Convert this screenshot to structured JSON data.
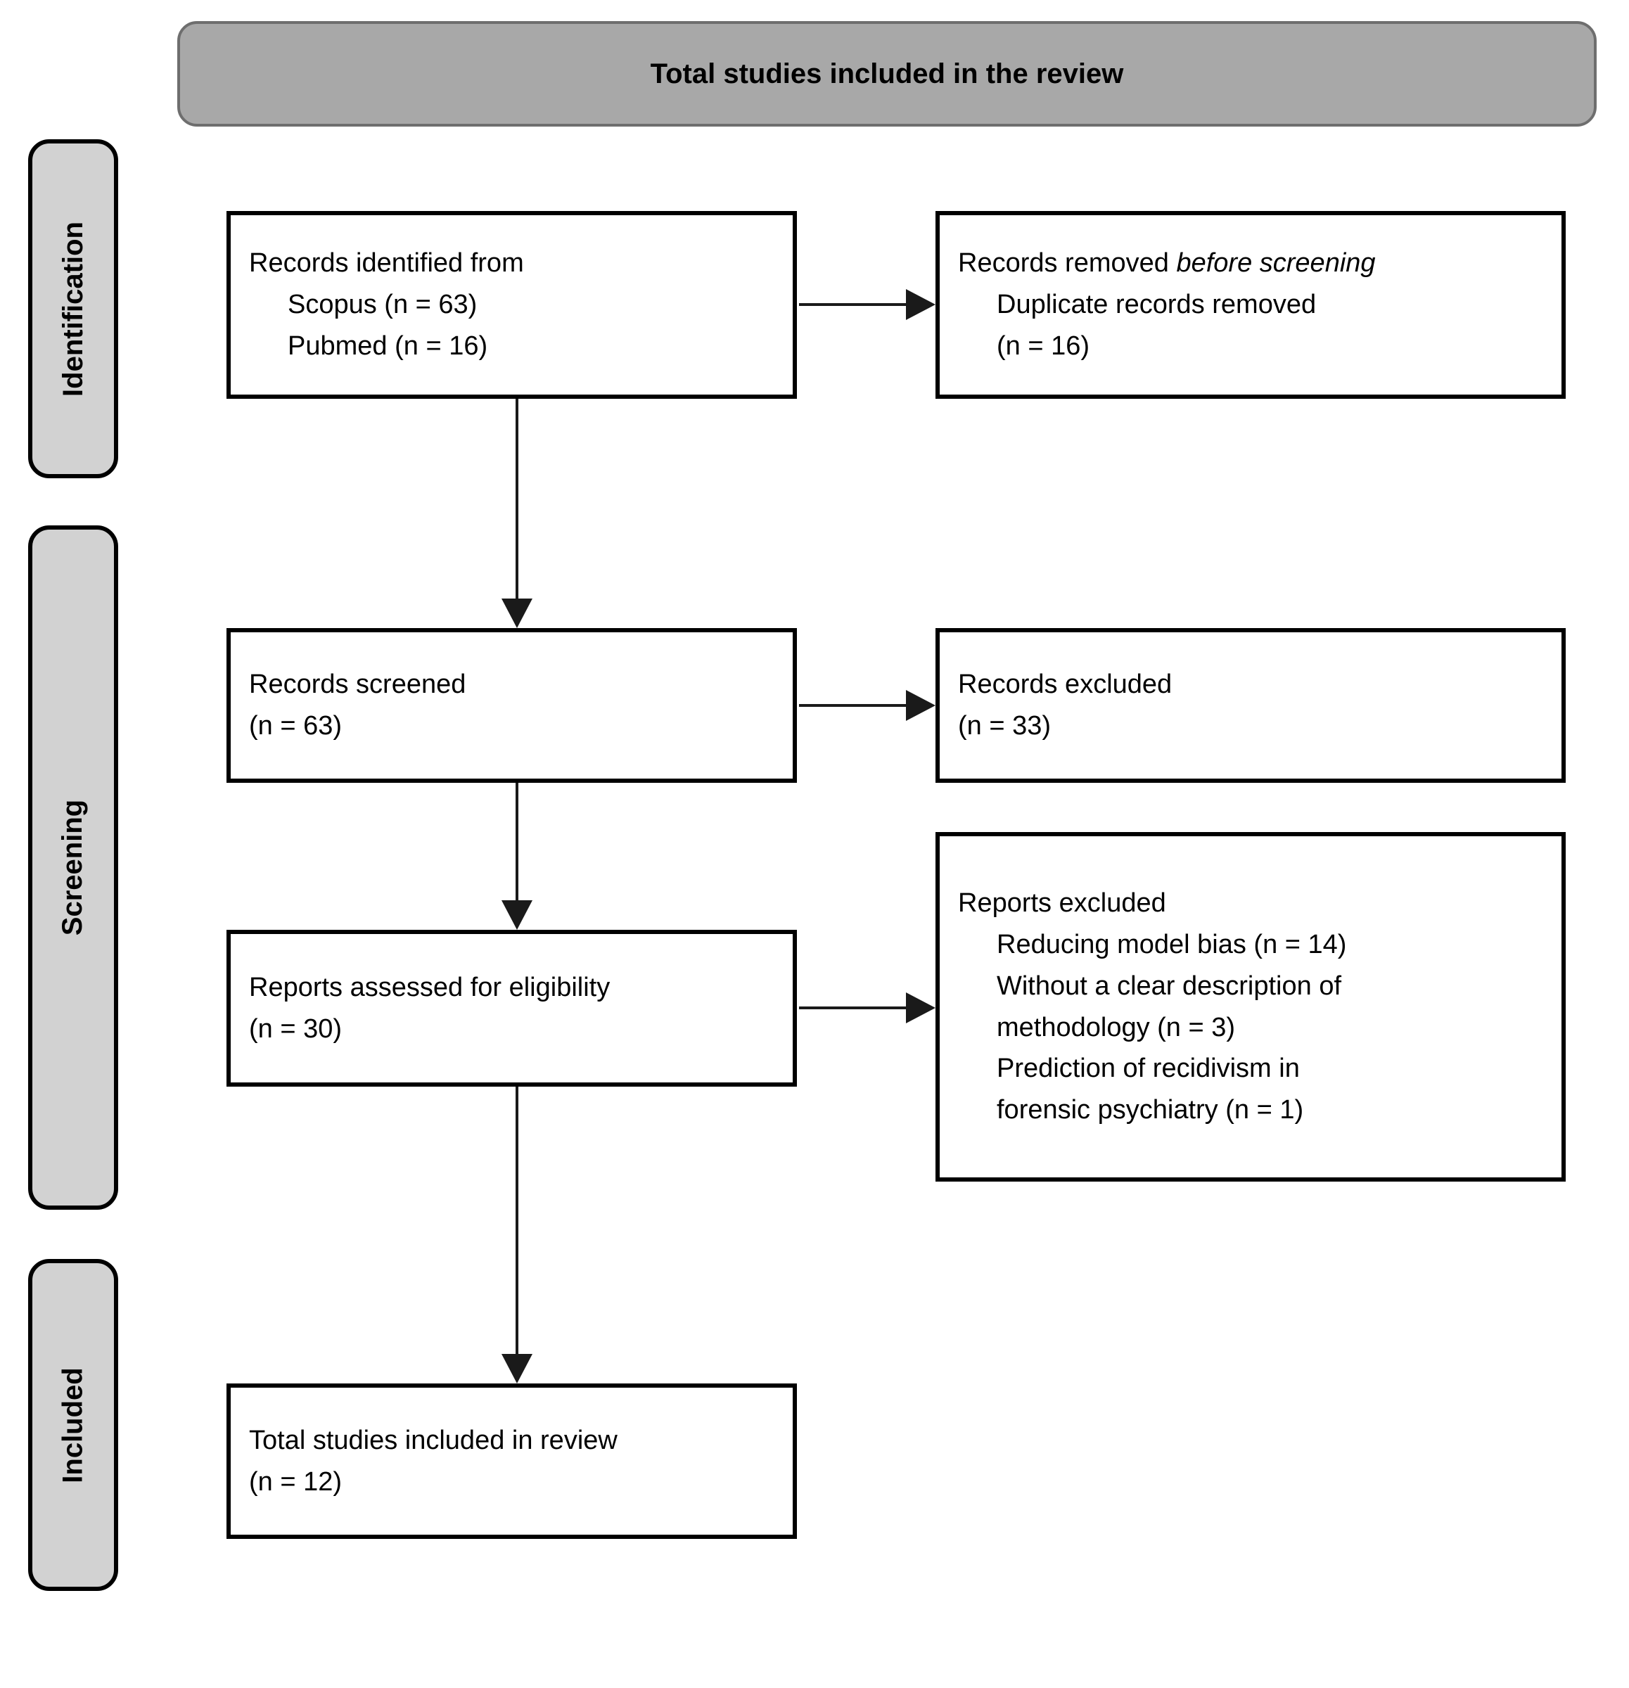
{
  "header": {
    "title": "Total studies included in the review"
  },
  "sidebar": [
    {
      "label": "Identification"
    },
    {
      "label": "Screening"
    },
    {
      "label": "Included"
    }
  ],
  "boxes": {
    "records_identified": {
      "line1": "Records identified from",
      "line2": "Scopus (n = 63)",
      "line3": "Pubmed (n = 16)"
    },
    "records_removed": {
      "line1_prefix": "Records removed ",
      "line1_italic": "before screening",
      "line2": "Duplicate records removed",
      "line3": "(n = 16)"
    },
    "records_screened": {
      "line1": "Records screened",
      "line2": "(n = 63)"
    },
    "records_excluded": {
      "line1": "Records excluded",
      "line2": "(n = 33)"
    },
    "reports_assessed": {
      "line1": "Reports assessed for eligibility",
      "line2": "(n = 30)"
    },
    "reports_excluded": {
      "line1": "Reports excluded",
      "line2": "Reducing model bias (n = 14)",
      "line3": "Without a clear description of",
      "line4": "methodology (n = 3)",
      "line5": "Prediction of recidivism in",
      "line6": "forensic psychiatry (n = 1)"
    },
    "total_included": {
      "line1": "Total studies included in review",
      "line2": "(n = 12)"
    }
  },
  "colors": {
    "header_fill": "#a8a8a8",
    "header_border": "#6e6e6e",
    "stage_fill": "#d2d2d2",
    "box_border": "#000000",
    "arrow": "#1a1a1a"
  }
}
